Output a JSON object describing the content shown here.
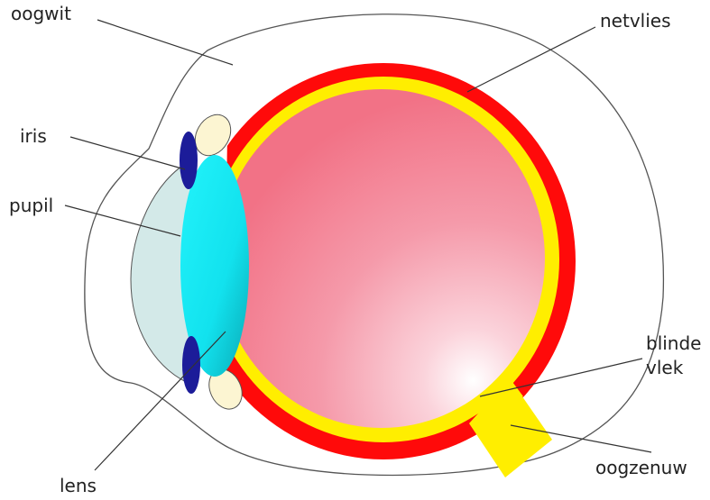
{
  "labels": {
    "oogwit": "oogwit",
    "netvlies": "netvlies",
    "iris": "iris",
    "pupil": "pupil",
    "blinde_line1": "blinde",
    "blinde_line2": "vlek",
    "oogzenuw": "oogzenuw",
    "lens": "lens"
  },
  "colors": {
    "sclera": "#ffffff",
    "cornea_chamber": "#d3e9e8",
    "lens": "#19e6f0",
    "choroid": "#ff0a0a",
    "retina": "#ffee00",
    "vitreous": "#f27b8e",
    "iris": "#1c1c99",
    "ciliary": "#fcf5d2",
    "optic_nerve": "#ffee00"
  }
}
